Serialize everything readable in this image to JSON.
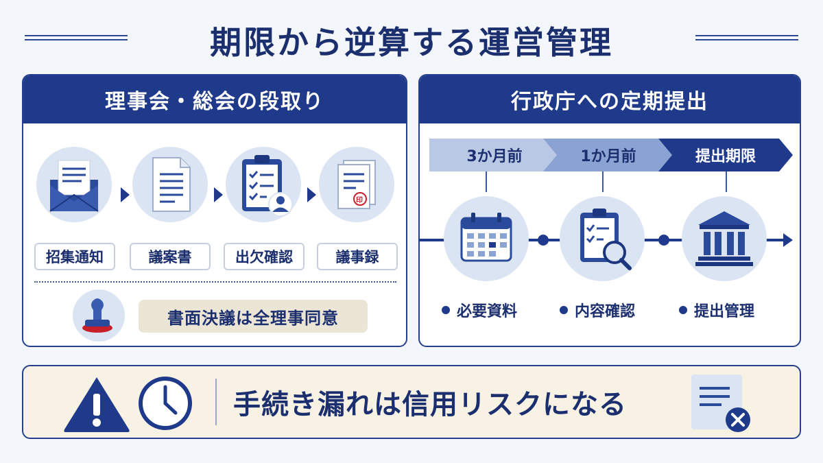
{
  "title": "期限から逆算する運営管理",
  "left_panel": {
    "header": "理事会・総会の段取り",
    "steps": [
      {
        "label": "招集通知",
        "icon": "envelope-icon"
      },
      {
        "label": "議案書",
        "icon": "document-icon"
      },
      {
        "label": "出欠確認",
        "icon": "clipboard-checklist-icon"
      },
      {
        "label": "議事録",
        "icon": "stamped-minutes-icon"
      }
    ],
    "stamp_seal_text": "印",
    "note": "書面決議は全理事同意"
  },
  "right_panel": {
    "header": "行政庁への定期提出",
    "phases": [
      {
        "label": "3か月前",
        "icon": "calendar-icon",
        "bullet": "必要資料"
      },
      {
        "label": "1か月前",
        "icon": "clipboard-magnifier-icon",
        "bullet": "内容確認"
      },
      {
        "label": "提出期限",
        "icon": "government-building-icon",
        "bullet": "提出管理"
      }
    ]
  },
  "banner": {
    "text": "手続き漏れは信用リスクになる",
    "icons": [
      "warning-icon",
      "clock-icon",
      "rejected-document-icon"
    ]
  },
  "colors": {
    "navy": "#1f3a8a",
    "light_blue": "#dbe4f3",
    "beige": "#f7f2e4",
    "stamp_red": "#c8202a"
  }
}
